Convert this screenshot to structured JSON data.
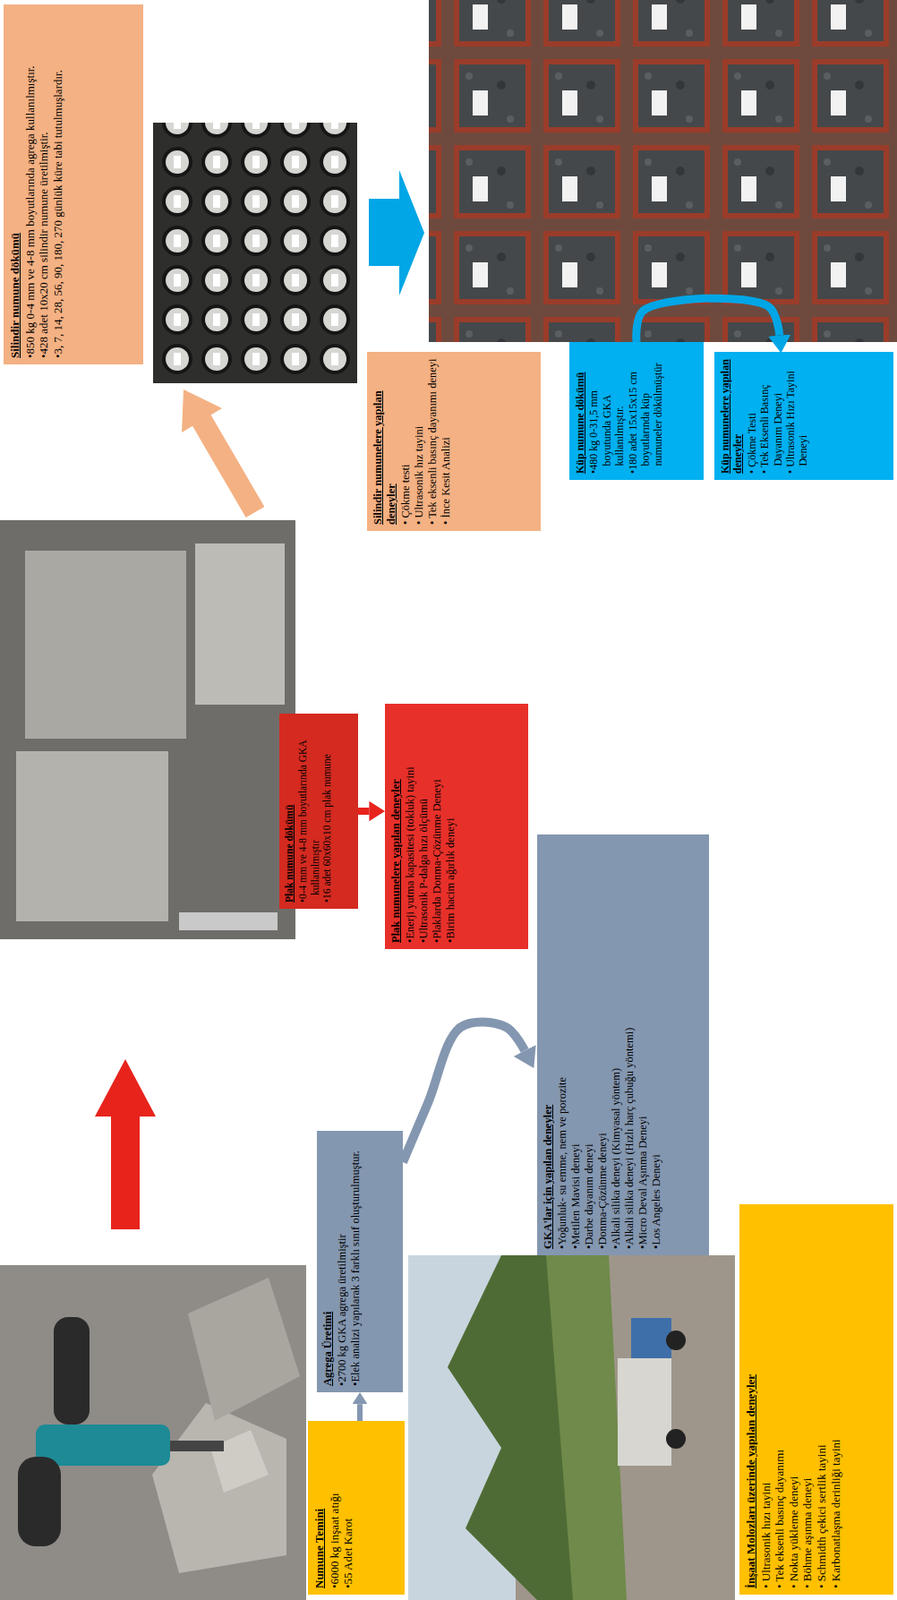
{
  "diagram": {
    "nodes": [
      {
        "text": [
          "Numune Temini",
          "•6000 kg inşaat atığı",
          "•55 Adet Karot"
        ]
      },
      {
        "text": [
          "İnşaat Molozları üzerinde yapılan deneyler",
          "• Ultrasonik hızı tayini",
          "• Tek eksenli basınç dayanımı",
          "• Nokta yükleme deneyi",
          "• Böhme aşınma deneyi",
          "• Schmidth çekici sertlik tayini",
          "• Karbonatlaşma derinliği tayini"
        ]
      },
      {
        "text": [
          "Agrega Üretimi",
          "•2700 kg GKA agrega üretilmiştir",
          "•Elek analizi yapılarak 3 farklı sınıf oluşturulmuştur."
        ]
      },
      {
        "text": [
          "GKA'lar için yapılan deneyler",
          "•Yoğunluk- su emme, nem ve porozite",
          "•Metilen Mavisi deneyi",
          "•Darbe dayanım deneyi",
          "•Donma-Çözünme deneyi",
          "•Alkali silika deneyi (Kimyasal yöntem)",
          "•Alkali silika deneyi (Hızlı harç çubuğu yöntemi)",
          "•Micro Deval Aşınma Deneyi",
          "•Los Angeles Deneyi"
        ]
      },
      {
        "text": [
          "Plak numune dökümü",
          "•0-4 mm ve 4-8 mm boyutlarında GKA kullanılmıştır",
          "•16 adet 60x60x10 cm plak numune"
        ]
      },
      {
        "text": [
          "Plak numunelere yapılan deneyler",
          "•Enerji yutma kapasitesi (tokluk) tayini",
          "•Ultrasonik P-dalga hızı ölçümü",
          "•Plaklarda Donma-Çözünme Deneyi",
          "•Birim hacim ağırlık deneyi"
        ]
      },
      {
        "text": [
          "Silindir numune dökümü",
          "•850 kg 0-4 mm ve 4-8 mm boyutlarında agrega kullanılmıştır.",
          "•428 adet 10x20 cm silindir numune üretilmiştir.",
          "•3, 7, 14, 28, 56, 90, 180, 270 günlük küre tabi tutulmuşlardır."
        ]
      },
      {
        "text": [
          "Silindir numunelere yapılan deneyler",
          "• Çökme testi",
          "• Ultrasonik hız tayini",
          "• Tek eksenli basınç dayanımı deneyi",
          "• İnce Kesit Analizi"
        ]
      },
      {
        "text": [
          "Küp numune dökümü",
          "•480 kg 0-31,5 mm boyutunda GKA kullanılmıştır.",
          "•180 adet 15x15x15 cm boyutlarında küp numuneler dökülmüştür"
        ]
      },
      {
        "text": [
          "Küp numunelere yapılan deneyler",
          "• Çökme Testi",
          "• Tek Eksenli Basınç Dayanım Deneyi",
          "• Ultrasonik Hızı Tayini Deneyi"
        ]
      }
    ],
    "edges": [
      {
        "from": 0,
        "to": 2,
        "arrow": "to"
      },
      {
        "from": 2,
        "to": 3,
        "arrow": "to"
      },
      {
        "from": 4,
        "to": 5,
        "arrow": "to"
      },
      {
        "from": 8,
        "to": 9,
        "arrow": "to"
      }
    ]
  }
}
